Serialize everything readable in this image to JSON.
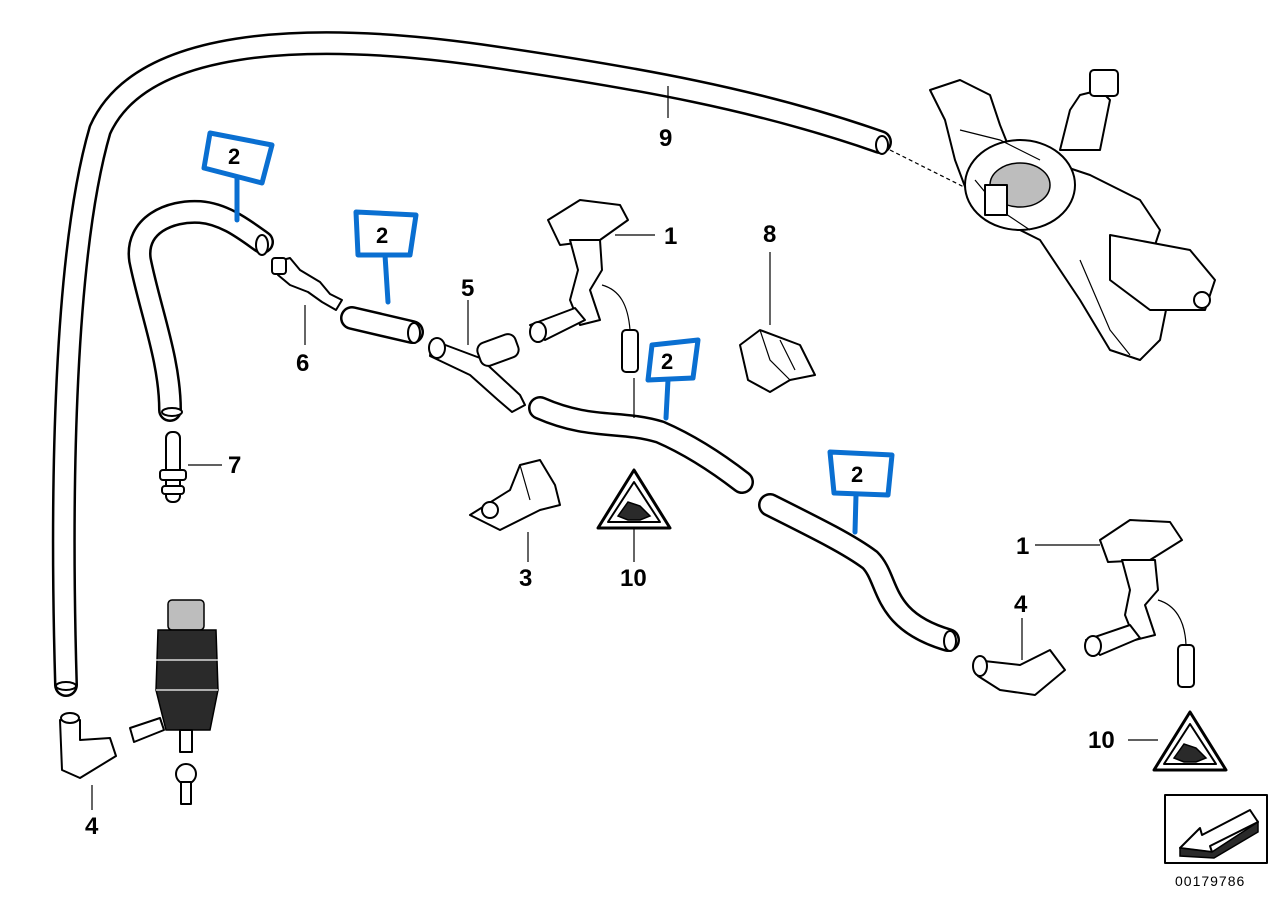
{
  "labels": {
    "l1a": "1",
    "l1b": "1",
    "l3": "3",
    "l4a": "4",
    "l4b": "4",
    "l5": "5",
    "l6": "6",
    "l7": "7",
    "l8": "8",
    "l9": "9",
    "l10a": "10",
    "l10b": "10"
  },
  "callouts": {
    "c1": "2",
    "c2": "2",
    "c3": "2",
    "c4": "2"
  },
  "diagram_id": "00179786",
  "colors": {
    "callout": "#0a6fd1",
    "line": "#000000",
    "background": "#ffffff"
  }
}
